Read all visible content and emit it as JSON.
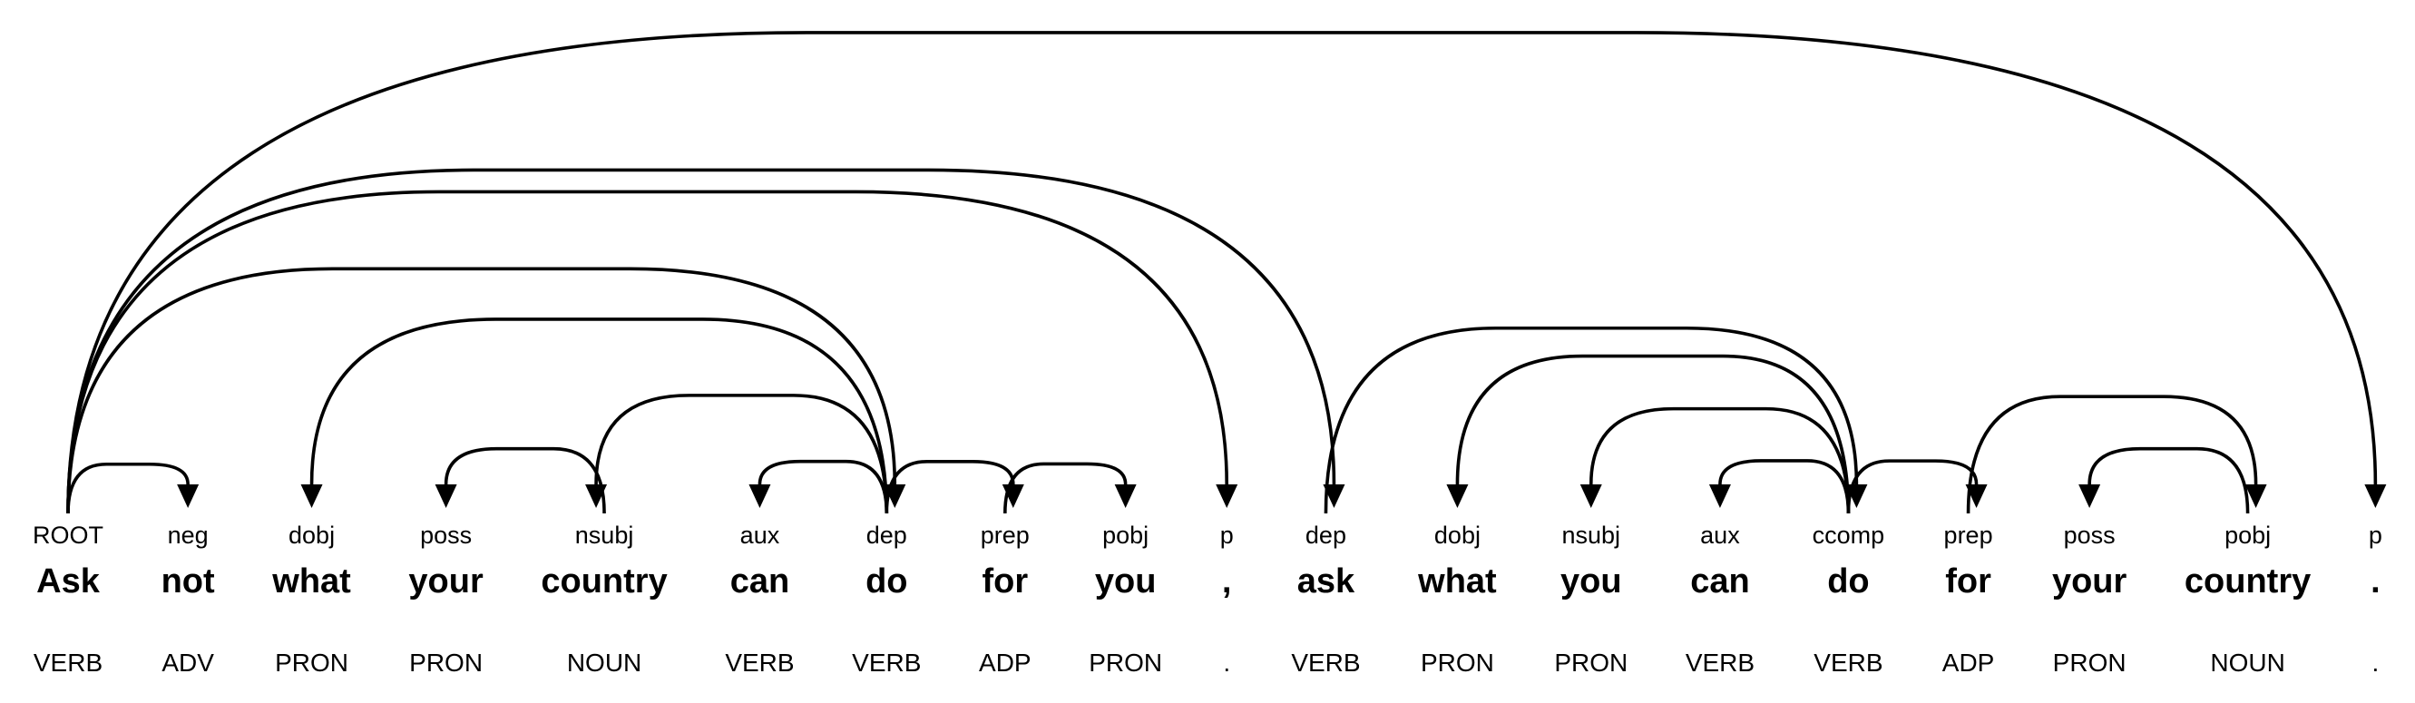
{
  "diagram": {
    "kind": "dependency-parse",
    "sentence": "Ask not what your country can do for you , ask what you can do for your country .",
    "background_color": "#ffffff",
    "line_color": "#000000",
    "text_color": "#000000"
  },
  "tokens": [
    {
      "text": "Ask",
      "label": "ROOT",
      "pos": "VERB"
    },
    {
      "text": "not",
      "label": "neg",
      "pos": "ADV"
    },
    {
      "text": "what",
      "label": "dobj",
      "pos": "PRON"
    },
    {
      "text": "your",
      "label": "poss",
      "pos": "PRON"
    },
    {
      "text": "country",
      "label": "nsubj",
      "pos": "NOUN"
    },
    {
      "text": "can",
      "label": "aux",
      "pos": "VERB"
    },
    {
      "text": "do",
      "label": "dep",
      "pos": "VERB"
    },
    {
      "text": "for",
      "label": "prep",
      "pos": "ADP"
    },
    {
      "text": "you",
      "label": "pobj",
      "pos": "PRON"
    },
    {
      "text": ",",
      "label": "p",
      "pos": "."
    },
    {
      "text": "ask",
      "label": "dep",
      "pos": "VERB"
    },
    {
      "text": "what",
      "label": "dobj",
      "pos": "PRON"
    },
    {
      "text": "you",
      "label": "nsubj",
      "pos": "PRON"
    },
    {
      "text": "can",
      "label": "aux",
      "pos": "VERB"
    },
    {
      "text": "do",
      "label": "ccomp",
      "pos": "VERB"
    },
    {
      "text": "for",
      "label": "prep",
      "pos": "ADP"
    },
    {
      "text": "your",
      "label": "poss",
      "pos": "PRON"
    },
    {
      "text": "country",
      "label": "pobj",
      "pos": "NOUN"
    },
    {
      "text": ".",
      "label": "p",
      "pos": "."
    }
  ],
  "arcs": [
    {
      "head": 0,
      "dep": 1,
      "label": "neg"
    },
    {
      "head": 6,
      "dep": 2,
      "label": "dobj"
    },
    {
      "head": 4,
      "dep": 3,
      "label": "poss"
    },
    {
      "head": 6,
      "dep": 4,
      "label": "nsubj"
    },
    {
      "head": 6,
      "dep": 5,
      "label": "aux"
    },
    {
      "head": 0,
      "dep": 6,
      "label": "dep"
    },
    {
      "head": 6,
      "dep": 7,
      "label": "prep"
    },
    {
      "head": 7,
      "dep": 8,
      "label": "pobj"
    },
    {
      "head": 0,
      "dep": 9,
      "label": "p"
    },
    {
      "head": 0,
      "dep": 10,
      "label": "dep"
    },
    {
      "head": 14,
      "dep": 11,
      "label": "dobj"
    },
    {
      "head": 14,
      "dep": 12,
      "label": "nsubj"
    },
    {
      "head": 14,
      "dep": 13,
      "label": "aux"
    },
    {
      "head": 10,
      "dep": 14,
      "label": "ccomp"
    },
    {
      "head": 14,
      "dep": 15,
      "label": "prep"
    },
    {
      "head": 17,
      "dep": 16,
      "label": "poss"
    },
    {
      "head": 15,
      "dep": 17,
      "label": "pobj"
    },
    {
      "head": 0,
      "dep": 18,
      "label": "p"
    }
  ]
}
